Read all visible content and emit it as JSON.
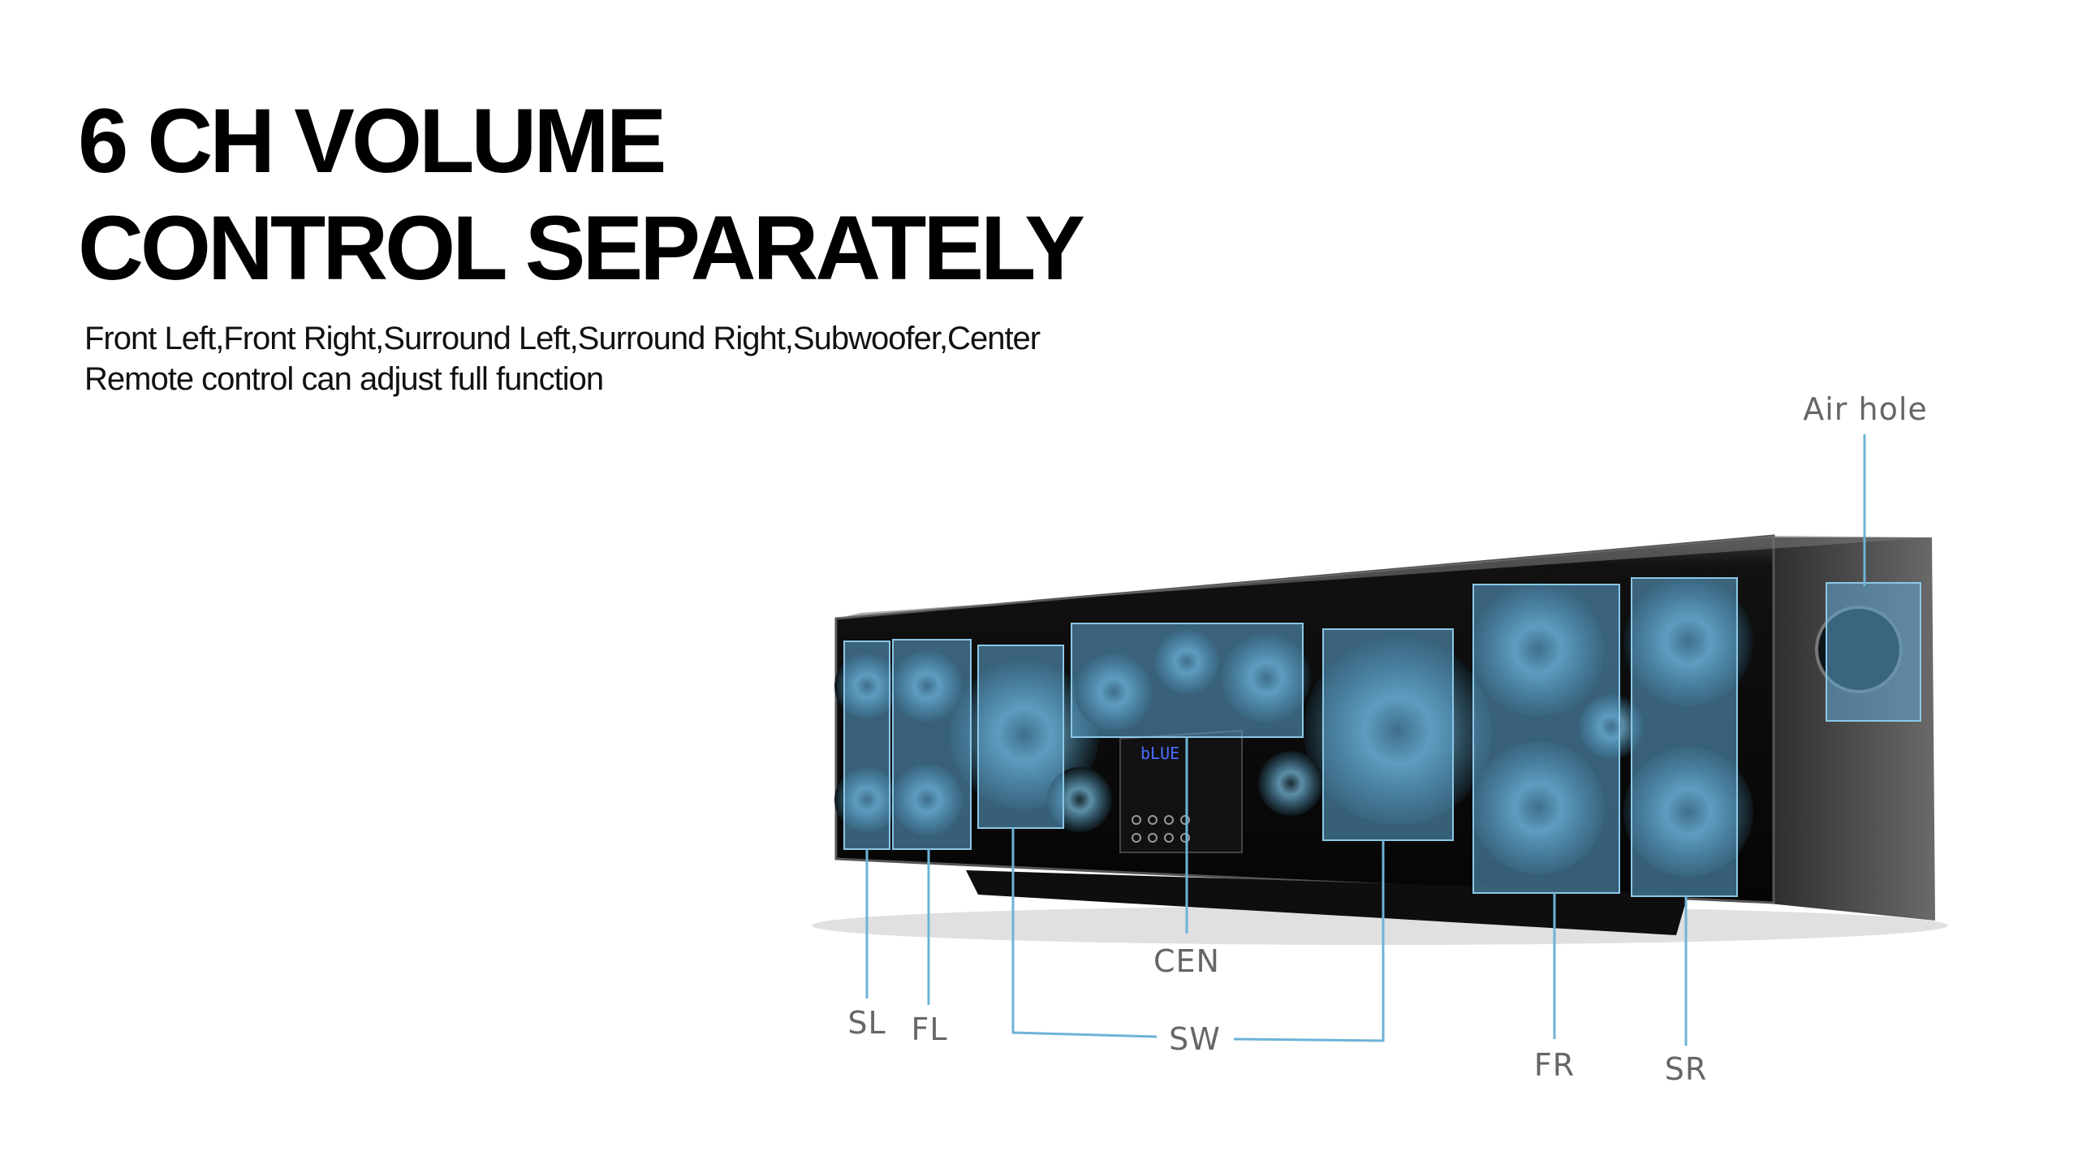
{
  "headline": {
    "line1": "6 CH VOLUME",
    "line2": "CONTROL SEPARATELY"
  },
  "description": {
    "line1": "Front Left,Front Right,Surround Left,Surround Right,Subwoofer,Center",
    "line2": "Remote control can adjust full function"
  },
  "display_text": "bLUE",
  "callouts": {
    "air_hole": "Air hole",
    "cen": "CEN",
    "sl": "SL",
    "fl": "FL",
    "sw": "SW",
    "fr": "FR",
    "sr": "SR"
  },
  "colors": {
    "highlight": "#5fa8d3",
    "leader_line": "#6db3d6",
    "label": "#666666",
    "body": "#1a1a1a"
  }
}
